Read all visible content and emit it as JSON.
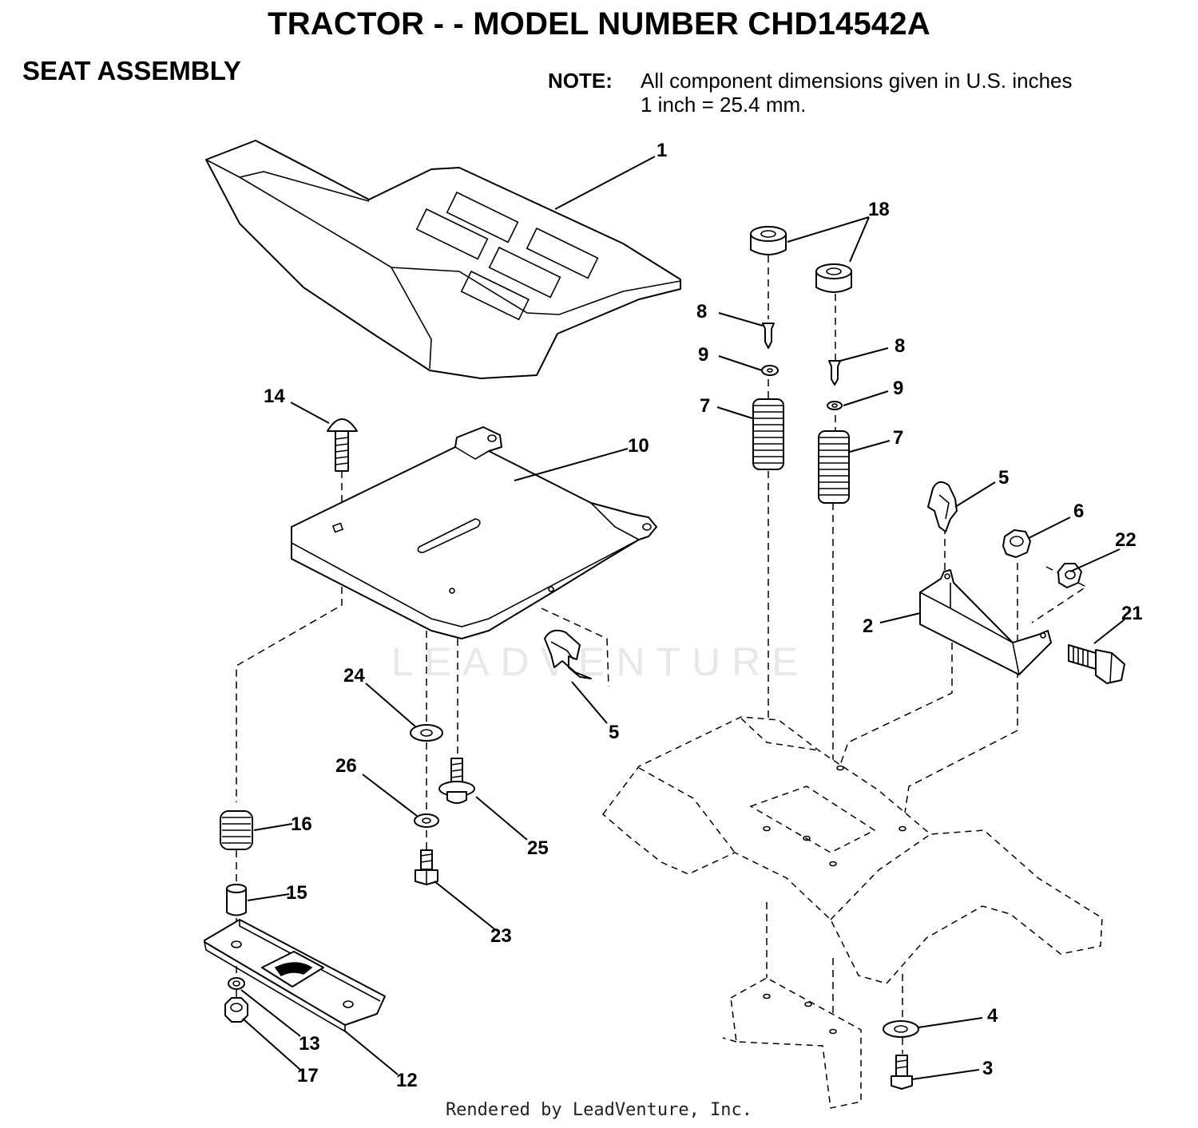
{
  "header": {
    "title": "TRACTOR - - MODEL NUMBER CHD14542A",
    "section": "SEAT ASSEMBLY",
    "note_label": "NOTE:",
    "note_line1": "All component dimensions given in U.S. inches",
    "note_line2": "1 inch = 25.4 mm."
  },
  "watermark": "LEADVENTURE",
  "footer": "Rendered by LeadVenture, Inc.",
  "callouts": {
    "seat": "1",
    "bracket": "2",
    "bolt_3": "3",
    "washer_4": "4",
    "clip_upper": "5",
    "clip_lower": "5",
    "nut_6": "6",
    "spring_7_left": "7",
    "spring_7_right": "7",
    "screw_8_left": "8",
    "screw_8_right": "8",
    "washer_9_left": "9",
    "washer_9_right": "9",
    "seat_pan": "10",
    "slide_plate": "12",
    "nut_13": "13",
    "carriage_bolt": "14",
    "spacer_15": "15",
    "spring_16": "16",
    "nut_17": "17",
    "bumpers": "18",
    "bolt_21": "21",
    "nut_22": "22",
    "bolt_23": "23",
    "washer_24": "24",
    "bolt_25": "25",
    "washer_26": "26"
  }
}
